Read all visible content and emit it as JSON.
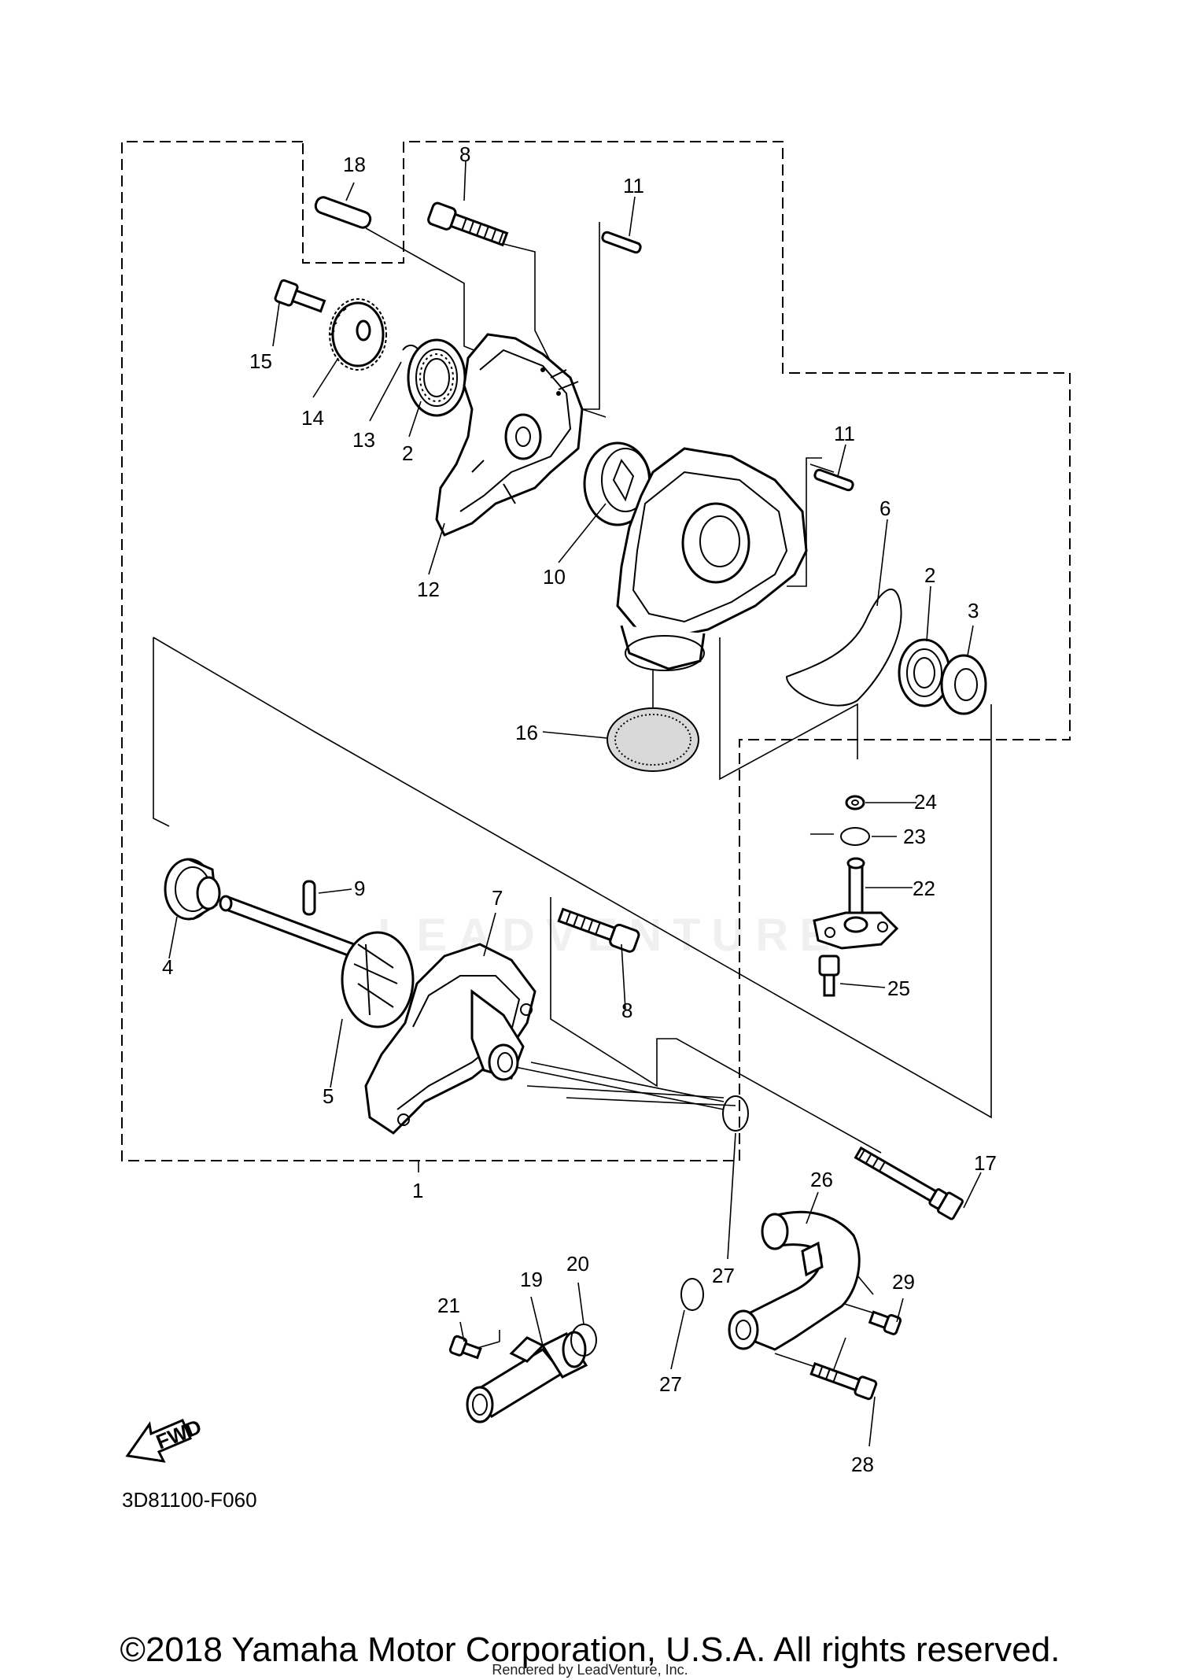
{
  "diagram_code": "3D81100-F060",
  "fwd_label": "FWD",
  "copyright": "©2018 Yamaha Motor Corporation, U.S.A. All rights reserved.",
  "rendered_by": "Rendered by LeadVenture, Inc.",
  "watermark": "LEADVENTURE",
  "callouts": {
    "c1": "1",
    "c2a": "2",
    "c2b": "2",
    "c3": "3",
    "c4": "4",
    "c5": "5",
    "c6": "6",
    "c7": "7",
    "c8a": "8",
    "c8b": "8",
    "c9": "9",
    "c10": "10",
    "c11a": "11",
    "c11b": "11",
    "c12": "12",
    "c13": "13",
    "c14": "14",
    "c15": "15",
    "c16": "16",
    "c17": "17",
    "c18": "18",
    "c19": "19",
    "c20": "20",
    "c21": "21",
    "c22": "22",
    "c23": "23",
    "c24": "24",
    "c25": "25",
    "c26": "26",
    "c27a": "27",
    "c27b": "27",
    "c28": "28",
    "c29": "29"
  }
}
